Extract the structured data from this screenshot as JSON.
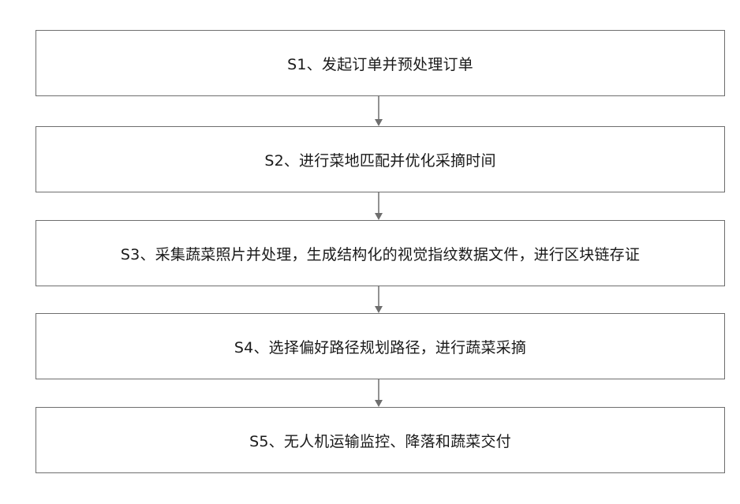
{
  "flowchart": {
    "steps": [
      {
        "label": "S1、发起订单并预处理订单"
      },
      {
        "label": "S2、进行菜地匹配并优化采摘时间"
      },
      {
        "label": "S3、采集蔬菜照片并处理，生成结构化的视觉指纹数据文件，进行区块链存证"
      },
      {
        "label": "S4、选择偏好路径规划路径，进行蔬菜采摘"
      },
      {
        "label": "S5、无人机运输监控、降落和蔬菜交付"
      }
    ],
    "colors": {
      "border": "#6e6e6e",
      "text": "#1a1a1a",
      "arrow": "#6e6e6e",
      "background": "#ffffff"
    }
  }
}
